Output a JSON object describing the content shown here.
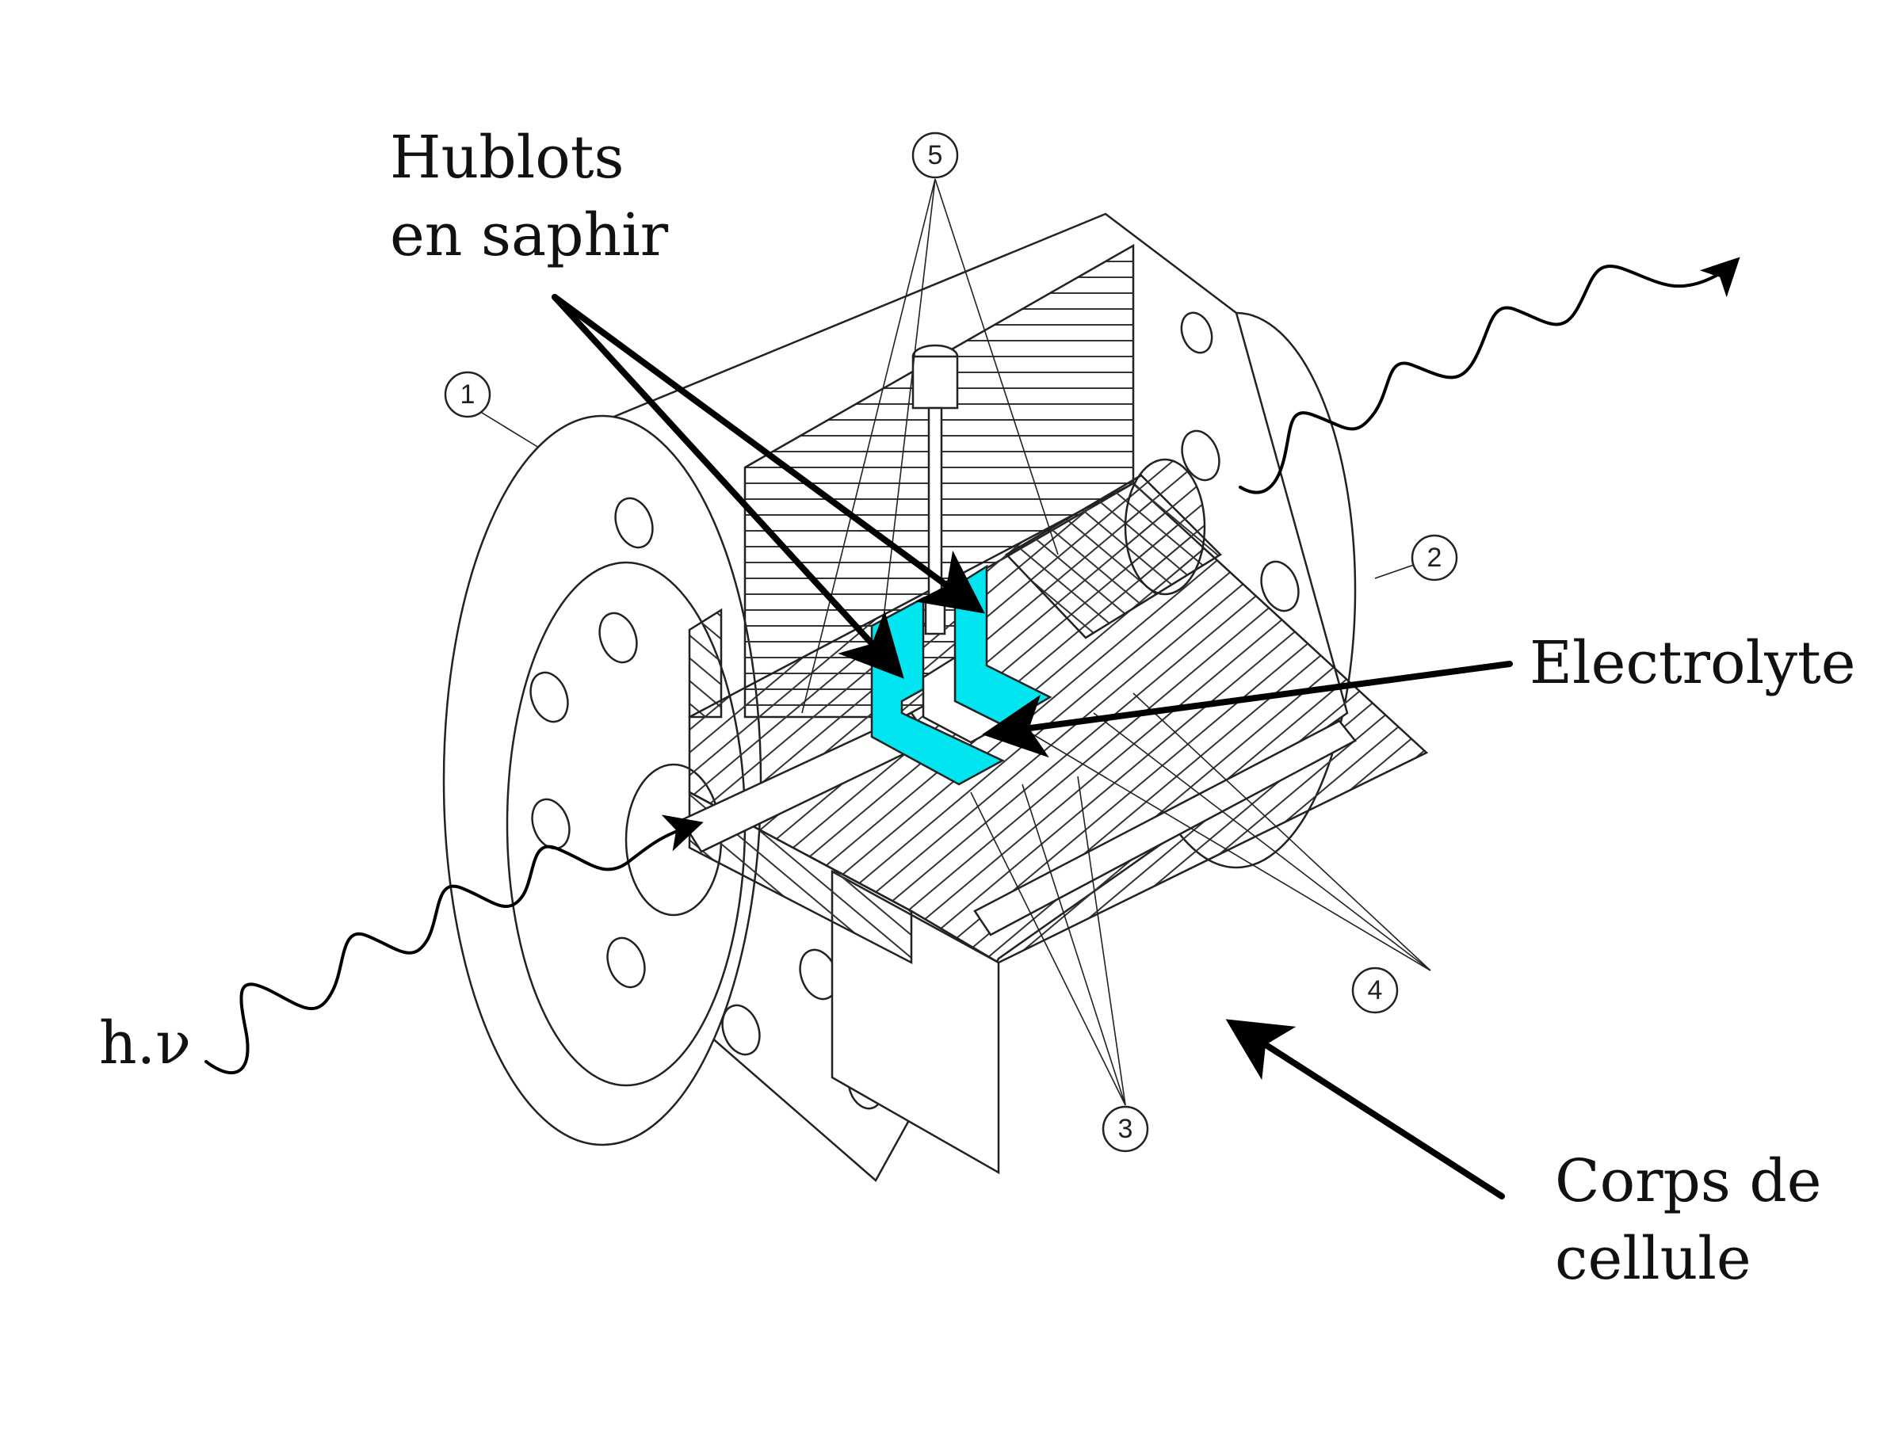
{
  "labels": {
    "hublots_line1": "Hublots",
    "hublots_line2": "en saphir",
    "electrolyte": "Electrolyte",
    "hv": "h.ν",
    "corps_line1": "Corps de",
    "corps_line2": "cellule"
  },
  "callouts": {
    "c1": "1",
    "c2": "2",
    "c3": "3",
    "c4": "4",
    "c5": "5"
  },
  "colors": {
    "window_fill": "#00e5f0",
    "line": "#222222",
    "arrow": "#000000"
  }
}
